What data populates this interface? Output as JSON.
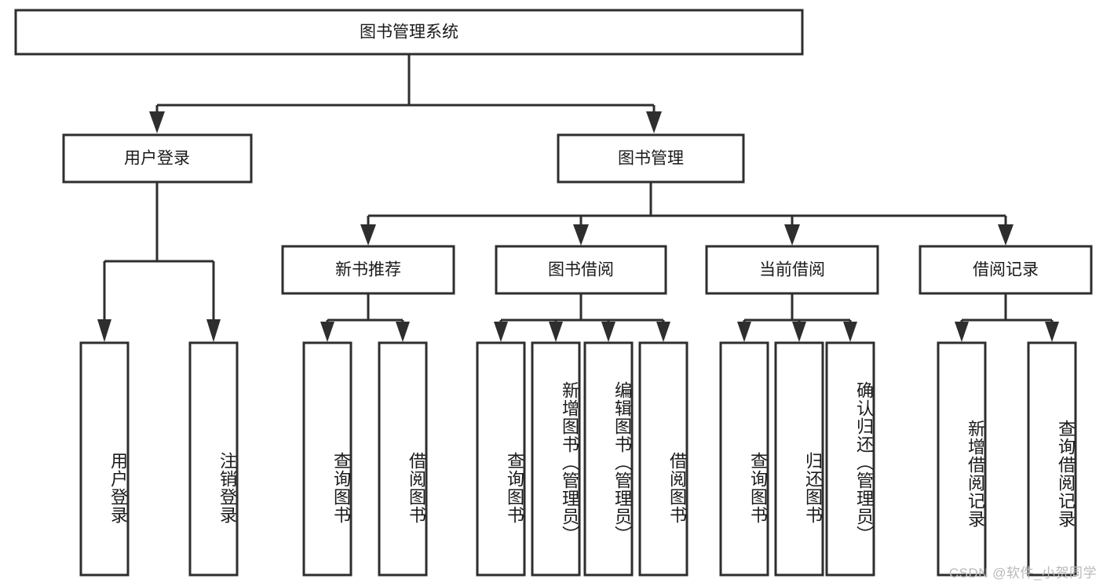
{
  "diagram": {
    "title_node": {
      "label": "图书管理系统"
    },
    "level1": [
      {
        "id": "user-login",
        "label": "用户登录"
      },
      {
        "id": "book-management",
        "label": "图书管理"
      }
    ],
    "level2": [
      {
        "id": "new-book-recommend",
        "label": "新书推荐",
        "parent": "book-management"
      },
      {
        "id": "book-borrow",
        "label": "图书借阅",
        "parent": "book-management"
      },
      {
        "id": "current-borrow",
        "label": "当前借阅",
        "parent": "book-management"
      },
      {
        "id": "borrow-record",
        "label": "借阅记录",
        "parent": "book-management"
      }
    ],
    "leaves": [
      {
        "id": "leaf-user-login",
        "label": "用户登录",
        "parent": "user-login"
      },
      {
        "id": "leaf-logout-login",
        "label": "注销登录",
        "parent": "user-login"
      },
      {
        "id": "leaf-query-book-1",
        "label": "查询图书",
        "parent": "new-book-recommend"
      },
      {
        "id": "leaf-borrow-book-1",
        "label": "借阅图书",
        "parent": "new-book-recommend"
      },
      {
        "id": "leaf-query-book-2",
        "label": "查询图书",
        "parent": "book-borrow"
      },
      {
        "id": "leaf-add-book",
        "label": "新增图书（管理员）",
        "parent": "book-borrow"
      },
      {
        "id": "leaf-edit-book",
        "label": "编辑图书（管理员）",
        "parent": "book-borrow"
      },
      {
        "id": "leaf-borrow-book-2",
        "label": "借阅图书",
        "parent": "book-borrow"
      },
      {
        "id": "leaf-query-book-3",
        "label": "查询图书",
        "parent": "current-borrow"
      },
      {
        "id": "leaf-return-book",
        "label": "归还图书",
        "parent": "current-borrow"
      },
      {
        "id": "leaf-confirm-return",
        "label": "确认归还（管理员）",
        "parent": "current-borrow"
      },
      {
        "id": "leaf-add-borrow-record",
        "label": "新增借阅记录",
        "parent": "borrow-record"
      },
      {
        "id": "leaf-query-borrow-record",
        "label": "查询借阅记录",
        "parent": "borrow-record"
      }
    ],
    "watermark": "CSDN @软件_小贺同学",
    "colors": {
      "stroke": "#2e2e2e",
      "fill": "#ffffff",
      "text": "#1a1a1a",
      "watermark": "#b9b9b9"
    }
  }
}
